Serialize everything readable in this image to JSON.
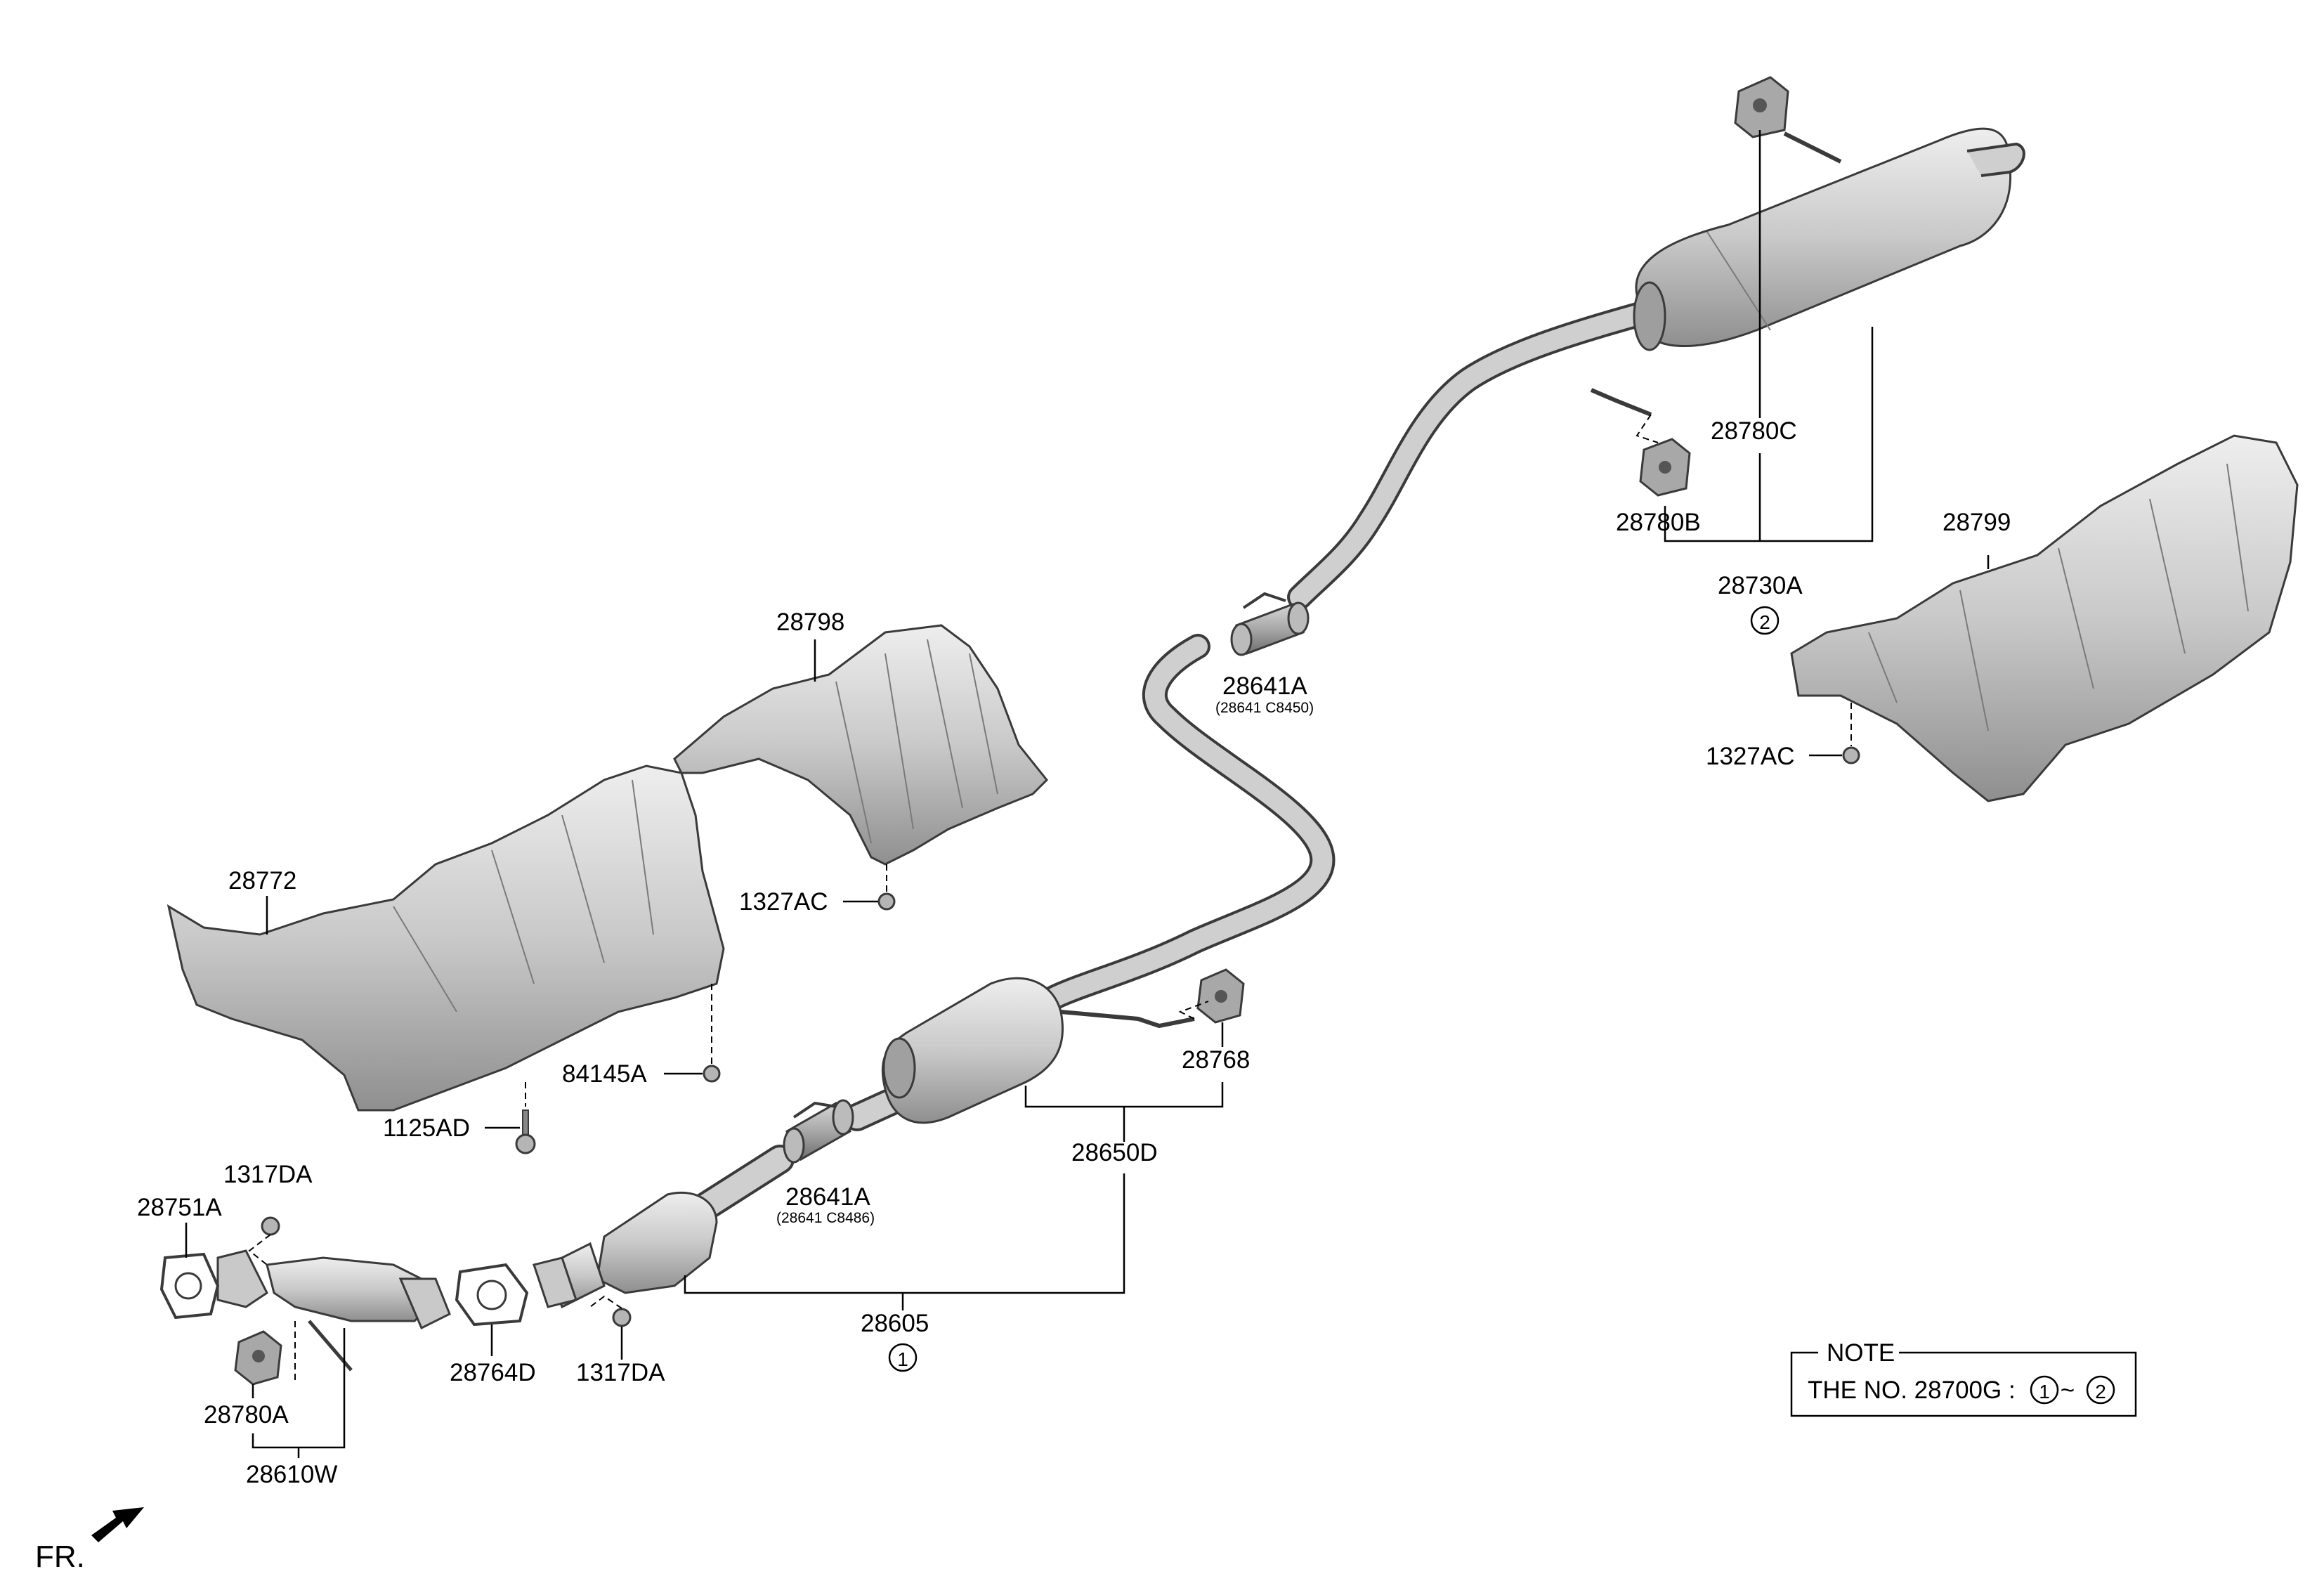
{
  "labels": {
    "p28780C": "28780C",
    "p28780B": "28780B",
    "p28730A": "28730A",
    "p28730A_circle": "2",
    "p28799": "28799",
    "p1327AC_right": "1327AC",
    "p28798": "28798",
    "p28641A_top": "28641A",
    "p28641A_top_sub": "(28641 C8450)",
    "p1327AC_mid": "1327AC",
    "p28772": "28772",
    "p84145A": "84145A",
    "p1125AD": "1125AD",
    "p28768": "28768",
    "p28650D": "28650D",
    "p28641A_bottom": "28641A",
    "p28641A_bottom_sub": "(28641 C8486)",
    "p1317DA_top": "1317DA",
    "p28751A": "28751A",
    "p28764D": "28764D",
    "p1317DA_bottom": "1317DA",
    "p28605": "28605",
    "p28605_circle": "1",
    "p28780A": "28780A",
    "p28610W": "28610W",
    "fr": "FR."
  },
  "note": {
    "title": "NOTE",
    "text": "THE NO. 28700G :",
    "from": "1",
    "sep": "~",
    "to": "2"
  }
}
